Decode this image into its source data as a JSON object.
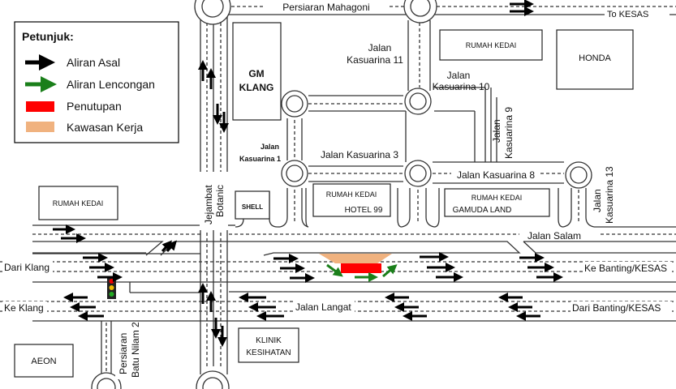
{
  "legend": {
    "title": "Petunjuk:",
    "items": [
      {
        "label": "Aliran Asal",
        "icon": "black-arrow-icon",
        "color": "#000000"
      },
      {
        "label": "Aliran Lencongan",
        "icon": "green-arrow-icon",
        "color": "#1a7f1a"
      },
      {
        "label": "Penutupan",
        "icon": "red-swatch",
        "color": "#ff0000"
      },
      {
        "label": "Kawasan Kerja",
        "icon": "tan-swatch",
        "color": "#f0b27f"
      }
    ]
  },
  "roads": {
    "persiaran_mahagoni": "Persiaran Mahagoni",
    "to_kesas": "To KESAS",
    "jalan_kasuarina_11_a": "Jalan",
    "jalan_kasuarina_11_b": "Kasuarina 11",
    "jalan_kasuarina_10_a": "Jalan",
    "jalan_kasuarina_10_b": "Kasuarina 10",
    "jalan_kasuarina_9_a": "Jalan",
    "jalan_kasuarina_9_b": "Kasuarina 9",
    "jalan_kasuarina_1_a": "Jalan",
    "jalan_kasuarina_1_b": "Kasuarina 1",
    "jalan_kasuarina_3": "Jalan Kasuarina 3",
    "jalan_kasuarina_8": "Jalan Kasuarina 8",
    "jalan_kasuarina_13_a": "Jalan",
    "jalan_kasuarina_13_b": "Kasuarina 13",
    "jejambat_a": "Jejambat",
    "jejambat_b": "Botanic",
    "jalan_salam": "Jalan Salam",
    "jalan_langat": "Jalan Langat",
    "batu_nilam_a": "Persiaran",
    "batu_nilam_b": "Batu Nilam 2"
  },
  "directions": {
    "dari_klang": "Dari Klang",
    "ke_klang": "Ke Klang",
    "ke_banting": "Ke Banting/KESAS",
    "dari_banting": "Dari Banting/KESAS"
  },
  "buildings": {
    "gm_klang_a": "GM",
    "gm_klang_b": "KLANG",
    "rumah_kedai_top": "RUMAH KEDAI",
    "honda": "HONDA",
    "rumah_kedai_left": "RUMAH KEDAI",
    "shell": "SHELL",
    "rumah_kedai_hotel": "RUMAH KEDAI",
    "hotel_99": "HOTEL 99",
    "rumah_kedai_gamuda": "RUMAH KEDAI",
    "gamuda_land": "GAMUDA LAND",
    "aeon": "AEON",
    "klinik_a": "KLINIK",
    "klinik_b": "KESIHATAN"
  }
}
